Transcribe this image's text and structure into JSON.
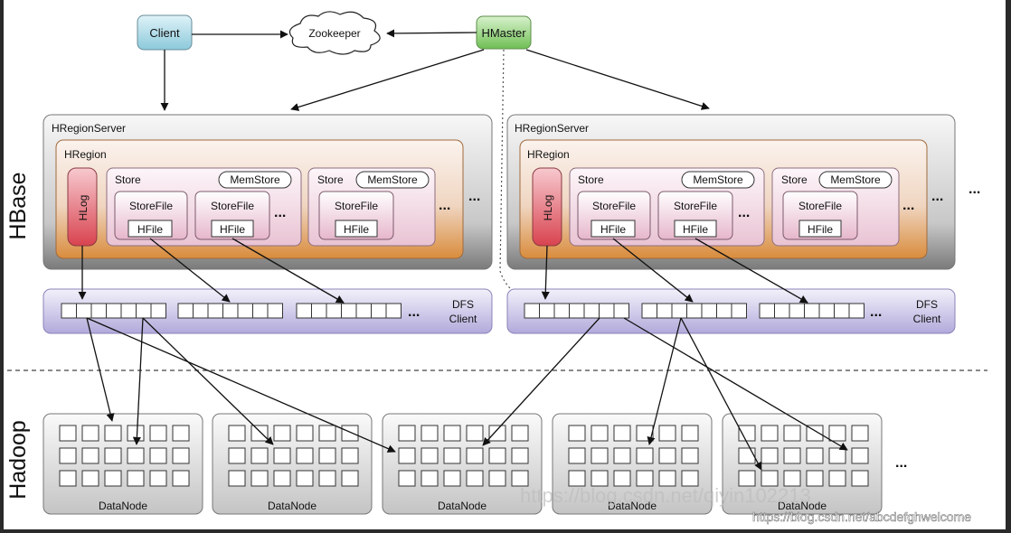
{
  "client": "Client",
  "zookeeper": "Zookeeper",
  "hmaster": "HMaster",
  "hbase_label": "HBase",
  "hadoop_label": "Hadoop",
  "region_server": "HRegionServer",
  "hregion": "HRegion",
  "hlog": "HLog",
  "store": "Store",
  "memstore": "MemStore",
  "storefile": "StoreFile",
  "hfile": "HFile",
  "dfs_client": [
    "DFS",
    "Client"
  ],
  "datanode": "DataNode",
  "ellipsis": "...",
  "watermark_faint": "https://blog.csdn.net/qiyin102213",
  "watermark_url": "https://blog.csdn.net/abcdefghwelcome",
  "colors": {
    "client": "#a9dbe8",
    "hmaster": "#8fcf7a",
    "hlog": "#e26a78",
    "region_server": "#d6d6d6",
    "region": "#e9b27a",
    "dfs": "#c9c4e6",
    "datanode": "#e8e8e8"
  }
}
